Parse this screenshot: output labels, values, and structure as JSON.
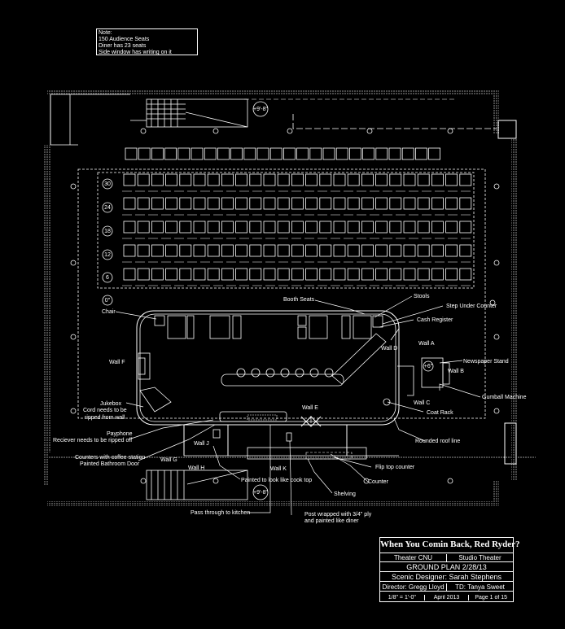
{
  "note": {
    "lines": [
      "Note:",
      "150 Audience Seats",
      "Diner has 23 seats",
      "Side window has writing on it"
    ]
  },
  "title_block": {
    "show_title": "When You Comin Back, Red Ryder?",
    "theater": "Theater CNU",
    "venue": "Studio Theater",
    "plan": "GROUND PLAN 2/28/13",
    "designer": "Scenic Designer: Sarah Stephens",
    "director": "Director: Gregg Lloyd",
    "td": "TD: Tanya Sweet",
    "scale": "1/8\" = 1'-0\"",
    "date": "April 2013",
    "page": "Page 1 of 15"
  },
  "row_markers": [
    "30",
    "24",
    "18",
    "12",
    "6"
  ],
  "elevations": [
    "+9'-8\"",
    "+9'-8\"",
    "0\"",
    "+6\""
  ],
  "labels": {
    "booth_seats": "Booth Seats",
    "stools": "Stools",
    "step_under_counter": "Step Under Counter",
    "cash_register": "Cash Register",
    "chair": "Chair",
    "wall_a": "Wall A",
    "wall_b": "Wall B",
    "wall_c": "Wall C",
    "wall_d": "Wall D",
    "wall_e": "Wall E",
    "wall_f": "Wall F",
    "wall_g": "Wall G",
    "wall_h": "Wall H",
    "wall_j": "Wall J",
    "wall_k": "Wall K",
    "newspaper_stand": "Newspaper Stand",
    "gumball_machine": "Gumball Machine",
    "coat_rack": "Coat Rack",
    "rounded_roof_line": "Rounded roof line",
    "jukebox": "Jukebox",
    "jukebox_cord_1": "Cord needs to be",
    "jukebox_cord_2": "ripped from wall",
    "payphone": "Payphone",
    "receiver": "Reciever needs to be ripped off",
    "counters_coffee": "Counters with coffee station",
    "painted_bathroom_door": "Painted Bathroom Door",
    "flip_top_counter": "Flip top counter",
    "counter": "Counter",
    "painted_cook_top": "Painted to look like cook top",
    "shelving": "Shelving",
    "pass_through": "Pass through to kitchen",
    "post_wrapped_1": "Post wrapped with 3/4\" ply",
    "post_wrapped_2": "and painted like diner"
  },
  "colors": {
    "background": "#000000",
    "lines": "#ffffff",
    "seat_fill": "#333333"
  }
}
